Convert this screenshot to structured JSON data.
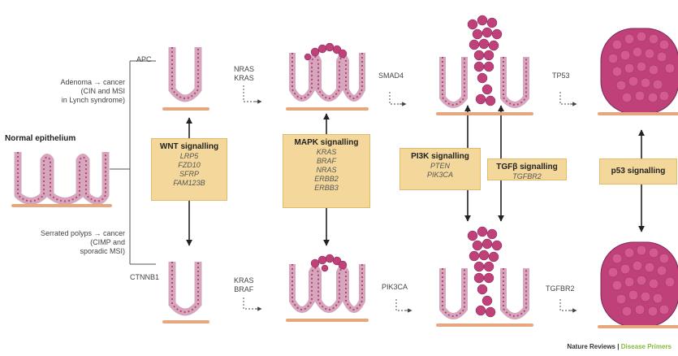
{
  "normal_label": "Normal epithelium",
  "top_route": "Adenoma → cancer\n(CIN and MSI\nin Lynch syndrome)",
  "bottom_route": "Serrated polyps → cancer\n(CIMP and\nsporadic MSI)",
  "top_genes": [
    "APC",
    "NRAS\nKRAS",
    "SMAD4",
    "TP53"
  ],
  "bottom_genes": [
    "CTNNB1",
    "KRAS\nBRAF",
    "PIK3CA",
    "TGFBR2"
  ],
  "pathways": [
    {
      "title": "WNT signalling",
      "genes": [
        "LRP5",
        "FZD10",
        "SFRP",
        "FAM123B"
      ]
    },
    {
      "title": "MAPK signalling",
      "genes": [
        "KRAS",
        "BRAF",
        "NRAS",
        "ERBB2",
        "ERBB3"
      ]
    },
    {
      "title": "PI3K signalling",
      "genes": [
        "PTEN",
        "PIK3CA"
      ]
    },
    {
      "title": "TGFβ signalling",
      "genes": [
        "TGFBR2"
      ]
    },
    {
      "title": "p53 signalling",
      "genes": []
    }
  ],
  "credit": {
    "journal": "Nature Reviews",
    "separator": "|",
    "series": "Disease Primers"
  },
  "colors": {
    "cell": "#c0407a",
    "cell_outline": "#7a2a55",
    "crypt": "#d4a7bd",
    "base": "#e6a77f",
    "box": "#f3d79b"
  }
}
